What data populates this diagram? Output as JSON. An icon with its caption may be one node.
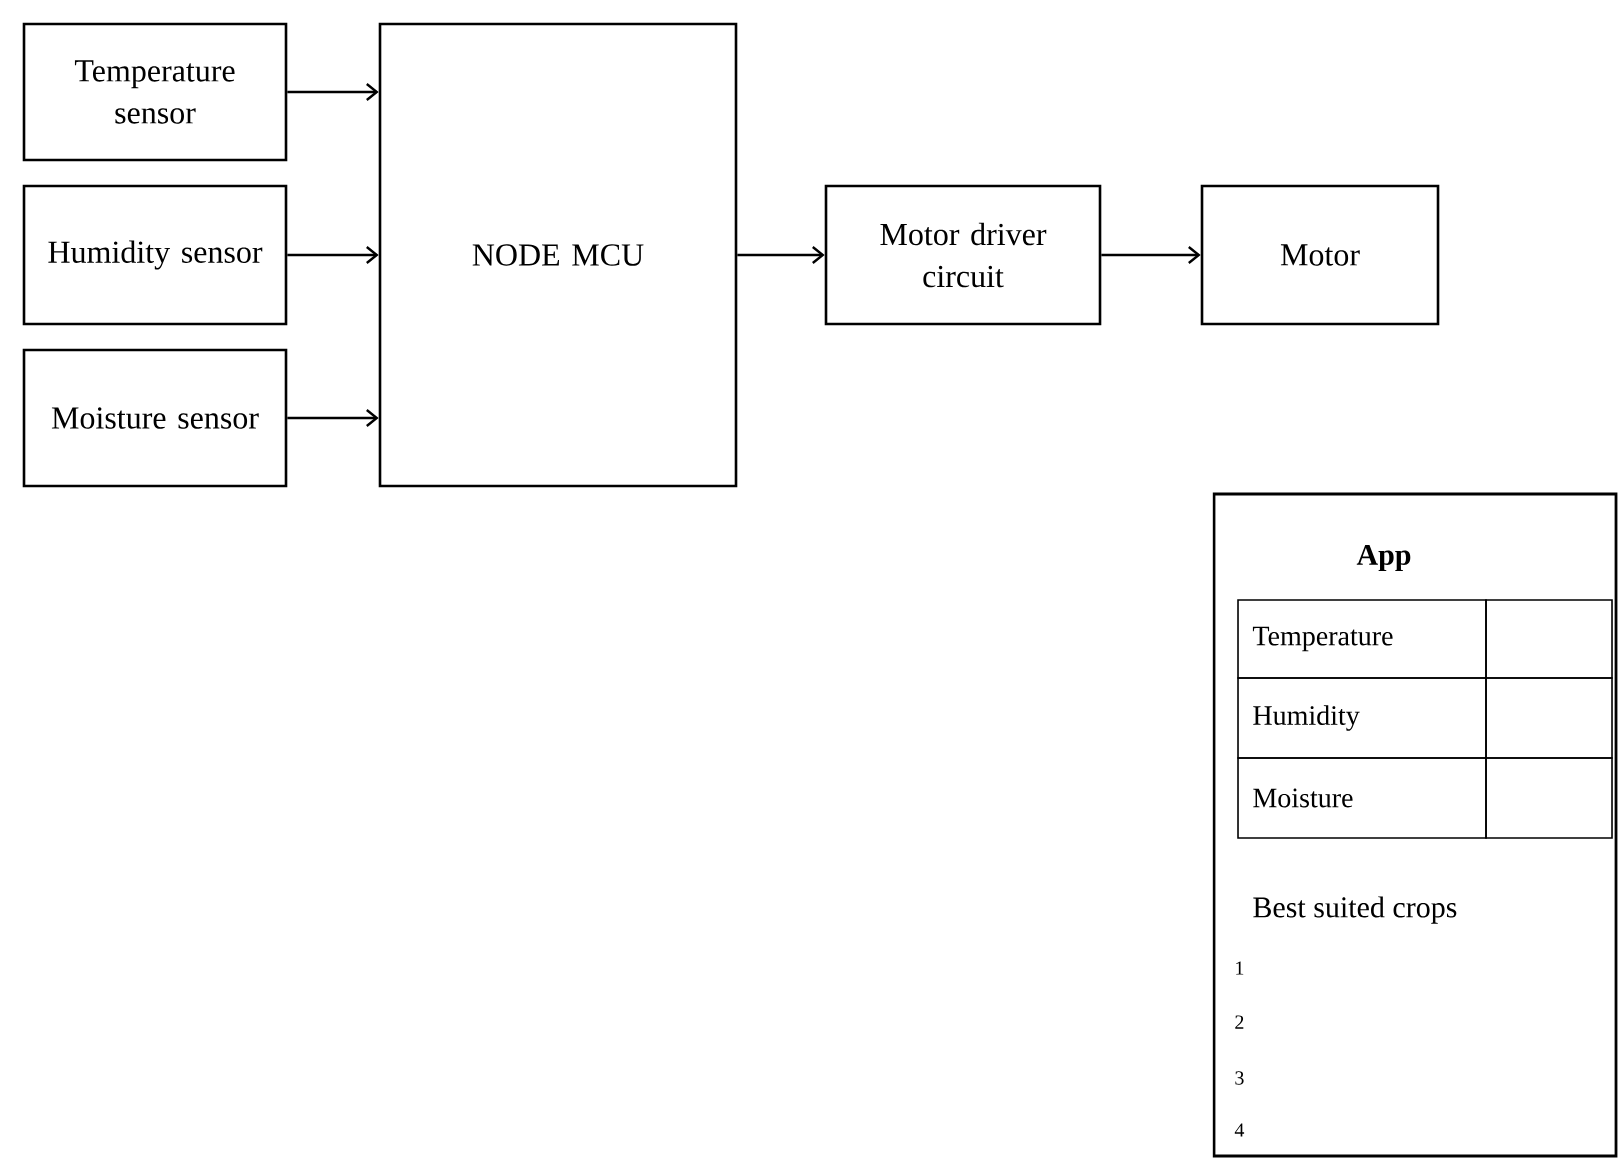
{
  "diagram": {
    "nodes": [
      {
        "text": [
          "Temperature sensor"
        ]
      },
      {
        "text": [
          "Humidity sensor"
        ]
      },
      {
        "text": [
          "Moisture sensor"
        ]
      },
      {
        "text": [
          "NODE MCU"
        ]
      },
      {
        "text": [
          "Motor driver circuit"
        ]
      },
      {
        "text": [
          "Motor"
        ]
      },
      {
        "text": [
          "App"
        ]
      }
    ],
    "edges": [
      {
        "from": 0,
        "to": 3,
        "arrow": "to"
      },
      {
        "from": 1,
        "to": 3,
        "arrow": "to"
      },
      {
        "from": 2,
        "to": 3,
        "arrow": "to"
      },
      {
        "from": 3,
        "to": 4,
        "arrow": "to"
      },
      {
        "from": 4,
        "to": 5,
        "arrow": "to"
      }
    ],
    "labels": [
      "Temperature",
      "Humidity",
      "Moisture",
      "Best suited crops",
      "1",
      "2",
      "3",
      "4"
    ]
  }
}
